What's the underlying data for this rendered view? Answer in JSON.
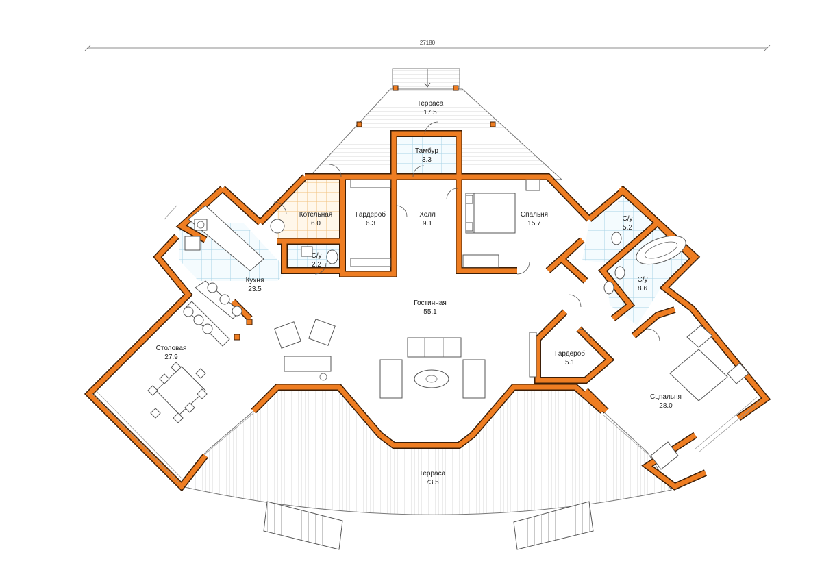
{
  "dimension": {
    "total_width": "27180"
  },
  "rooms": [
    {
      "id": "terrace-top",
      "name": "Терраса",
      "area": "17.5"
    },
    {
      "id": "tambur",
      "name": "Тамбур",
      "area": "3.3"
    },
    {
      "id": "boiler",
      "name": "Котельная",
      "area": "6.0"
    },
    {
      "id": "wardrobe-1",
      "name": "Гардероб",
      "area": "6.3"
    },
    {
      "id": "hall",
      "name": "Холл",
      "area": "9.1"
    },
    {
      "id": "bedroom-1",
      "name": "Спальня",
      "area": "15.7"
    },
    {
      "id": "wc-1",
      "name": "С/у",
      "area": "2.2"
    },
    {
      "id": "wc-2",
      "name": "С/у",
      "area": "5.2"
    },
    {
      "id": "wc-3",
      "name": "С/у",
      "area": "8.6"
    },
    {
      "id": "kitchen",
      "name": "Кухня",
      "area": "23.5"
    },
    {
      "id": "living",
      "name": "Гостинная",
      "area": "55.1"
    },
    {
      "id": "dining",
      "name": "Столовая",
      "area": "27.9"
    },
    {
      "id": "wardrobe-2",
      "name": "Гардероб",
      "area": "5.1"
    },
    {
      "id": "bedroom-2",
      "name": "Сцпальня",
      "area": "28.0"
    },
    {
      "id": "terrace-bottom",
      "name": "Терраса",
      "area": "73.5"
    }
  ],
  "colors": {
    "wall": "#ee7d22",
    "wall_outline": "#3b1e08",
    "tile_blue": "#a9d3e6",
    "tile_orange": "#f0c27e"
  }
}
